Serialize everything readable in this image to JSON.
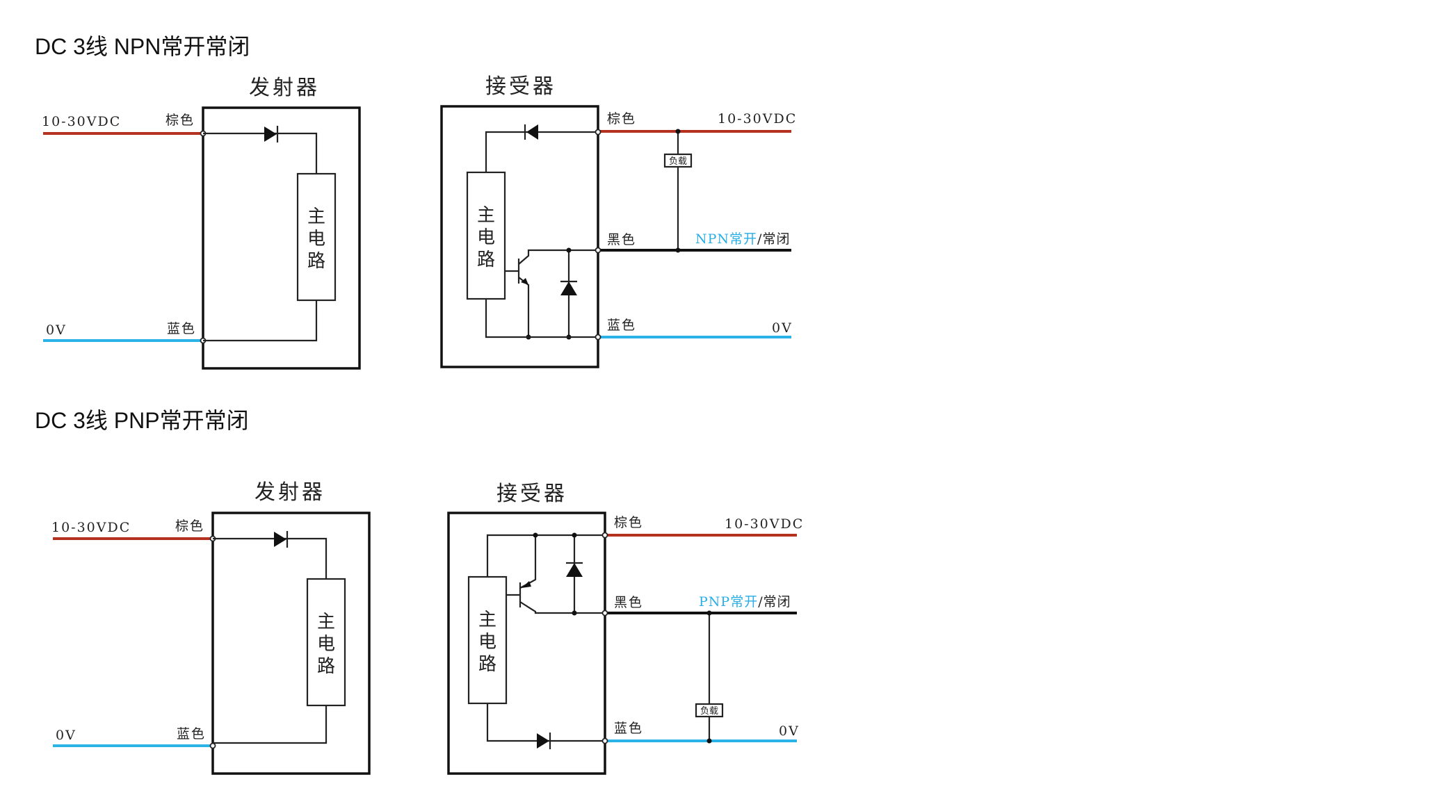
{
  "sections": [
    {
      "title": "DC 3线 NPN常开常闭",
      "emitter": {
        "heading": "发射器",
        "supply_label": "10-30VDC",
        "brown": "棕色",
        "zero_label": "0V",
        "blue": "蓝色",
        "main_circuit": [
          "主",
          "电",
          "路"
        ]
      },
      "receiver": {
        "heading": "接受器",
        "brown": "棕色",
        "supply_label": "10-30VDC",
        "load": "负载",
        "black": "黑色",
        "mode_colored": "NPN常开",
        "mode_rest": "/常闭",
        "blue": "蓝色",
        "zero_label": "0V",
        "main_circuit": [
          "主",
          "电",
          "路"
        ]
      }
    },
    {
      "title": "DC 3线 PNP常开常闭",
      "emitter": {
        "heading": "发射器",
        "supply_label": "10-30VDC",
        "brown": "棕色",
        "zero_label": "0V",
        "blue": "蓝色",
        "main_circuit": [
          "主",
          "电",
          "路"
        ]
      },
      "receiver": {
        "heading": "接受器",
        "brown": "棕色",
        "supply_label": "10-30VDC",
        "black": "黑色",
        "mode_colored": "PNP常开",
        "mode_rest": "/常闭",
        "load": "负载",
        "blue": "蓝色",
        "zero_label": "0V",
        "main_circuit": [
          "主",
          "电",
          "路"
        ]
      }
    }
  ],
  "colors": {
    "brown_wire": "#b5311f",
    "blue_wire": "#2bb3e8",
    "black_wire": "#111111",
    "mode_highlight": "#29aee6"
  }
}
